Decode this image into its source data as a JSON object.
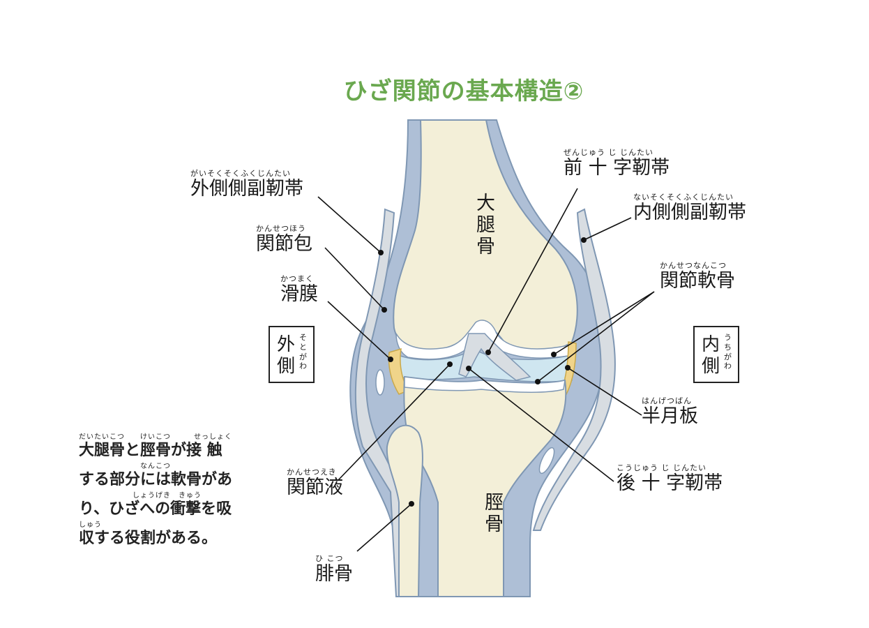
{
  "title": "ひざ関節の基本構造②",
  "bones": {
    "femur": "大腿骨",
    "tibia": "脛骨"
  },
  "labels": {
    "lateral_collateral": {
      "ruby": "がいそくそくふくじんたい",
      "text": "外側側副靭帯"
    },
    "joint_capsule": {
      "ruby": "かんせつほう",
      "text": "関節包"
    },
    "synovium": {
      "ruby": "かつまく",
      "text": "滑膜"
    },
    "anterior_cruciate": {
      "ruby": "ぜんじゅう じ じんたい",
      "text": "前 十 字靭帯"
    },
    "medial_collateral": {
      "ruby": "ないそくそくふくじんたい",
      "text": "内側側副靭帯"
    },
    "articular_cartilage": {
      "ruby": "かんせつなんこつ",
      "text": "関節軟骨"
    },
    "meniscus": {
      "ruby": "はんげつばん",
      "text": "半月板"
    },
    "synovial_fluid": {
      "ruby": "かんせつえき",
      "text": "関節液"
    },
    "posterior_cruciate": {
      "ruby": "こうじゅう じ じんたい",
      "text": "後 十 字靭帯"
    },
    "fibula": {
      "ruby": "ひ こつ",
      "text": "腓骨"
    }
  },
  "sides": {
    "outer": {
      "text": "外側",
      "ruby": "そとがわ"
    },
    "inner": {
      "text": "内側",
      "ruby": "うちがわ"
    }
  },
  "description": {
    "lines": [
      {
        "ruby": "だいたいこつ　　けいこつ　　　せっしょく",
        "text": "大腿骨と脛骨が接 触"
      },
      {
        "ruby": "　　　　　　　　なんこつ",
        "text": "する部分には軟骨があ"
      },
      {
        "ruby": "　　　　　　　しょうげき　きゅう",
        "text": "り、ひざへの衝撃を吸"
      },
      {
        "ruby": "しゅう",
        "text": "収する役割がある。"
      }
    ]
  },
  "colors": {
    "title": "#6aa84f",
    "bone": "#f3efd8",
    "capsule": "#aebfd6",
    "capsule_line": "#7f97b3",
    "ligament": "#d8dde2",
    "cartilage": "#ffffff",
    "meniscus_fluid": "#cfe6f0",
    "meniscus_yellow": "#f0d48a"
  }
}
